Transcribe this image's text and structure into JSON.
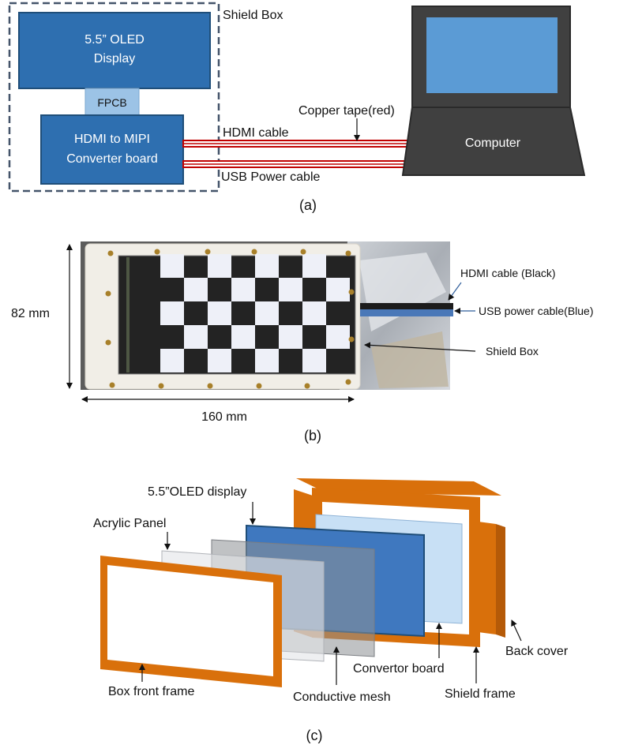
{
  "panel_a": {
    "shield_box_label": "Shield Box",
    "oled_display_line1": "5.5” OLED",
    "oled_display_line2": "Display",
    "fpcb_label": "FPCB",
    "converter_line1": "HDMI  to MIPI",
    "converter_line2": "Converter board",
    "copper_tape_label": "Copper tape(red)",
    "hdmi_cable_label": "HDMI cable",
    "usb_power_cable_label": "USB Power cable",
    "computer_label": "Computer",
    "caption": "(a)"
  },
  "panel_b": {
    "height_label": "82 mm",
    "width_label": "160 mm",
    "hdmi_cable_label": "HDMI cable (Black)",
    "usb_cable_label": "USB power cable(Blue)",
    "shield_box_label": "Shield Box",
    "caption": "(b)"
  },
  "panel_c": {
    "oled_display_label": "5.5”OLED display",
    "acrylic_panel_label": "Acrylic Panel",
    "back_cover_label": "Back cover",
    "convertor_board_label": "Convertor board",
    "box_front_frame_label": "Box  front frame",
    "conductive_mesh_label": "Conductive mesh",
    "shield_frame_label": "Shield frame",
    "caption": "(c)"
  },
  "colors": {
    "block_blue": "#2e6fb0",
    "fpcb_light": "#9cc3e6",
    "dashed_border": "#44546a",
    "cable_red": "#c00000",
    "laptop_gray": "#404040",
    "screen_blue": "#5b9bd5",
    "frame_orange": "#d9700b"
  }
}
